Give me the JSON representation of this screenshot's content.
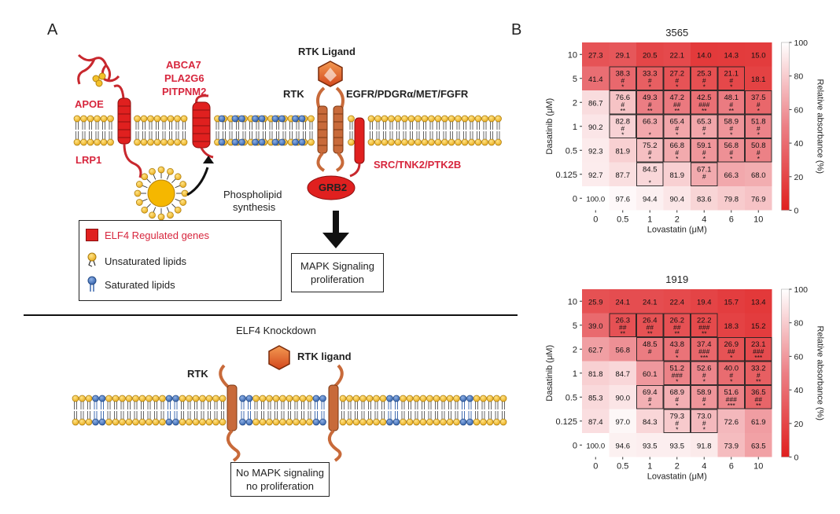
{
  "panels": {
    "A": "A",
    "B": "B"
  },
  "diagram": {
    "apoe": "APOE",
    "lrp1": "LRP1",
    "abca7": "ABCA7",
    "pla2g6": "PLA2G6",
    "pitpnm2": "PITPNM2",
    "rtk_ligand": "RTK Ligand",
    "rtk": "RTK",
    "receptors": "EGFR/PDGRα/MET/FGFR",
    "src": "SRC/TNK2/PTK2B",
    "grb2": "GRB2",
    "phospholipid_1": "Phospholipid",
    "phospholipid_2": "synthesis",
    "mapk_1": "MAPK Signaling",
    "mapk_2": "proliferation",
    "legend": {
      "elf4": "ELF4 Regulated genes",
      "unsat": "Unsaturated lipids",
      "sat": "Saturated lipids"
    },
    "knockdown_title": "ELF4 Knockdown",
    "kd_rtk": "RTK",
    "kd_ligand": "RTK ligand",
    "no_mapk_1": "No MAPK signaling",
    "no_mapk_2": "no proliferation"
  },
  "colors": {
    "red": "#e0201f",
    "orange": "#e8632a",
    "yellow_lipid": "#f3c12b",
    "blue_lipid": "#4a7cc0",
    "rtk_brown": "#c86a3a"
  },
  "chart_data": [
    {
      "type": "heatmap",
      "title": "3565",
      "xlabel": "Lovastatin (μM)",
      "ylabel": "Dasatinib (μM)",
      "x": [
        "0",
        "0.5",
        "1",
        "2",
        "4",
        "6",
        "10"
      ],
      "y": [
        "10",
        "5",
        "2",
        "1",
        "0.5",
        "0.125",
        "0"
      ],
      "values": [
        [
          27.3,
          29.1,
          20.5,
          22.1,
          14.0,
          14.3,
          15.0
        ],
        [
          41.4,
          38.3,
          33.3,
          27.2,
          25.3,
          21.1,
          18.1
        ],
        [
          86.7,
          76.6,
          49.3,
          47.2,
          42.5,
          48.1,
          37.5
        ],
        [
          90.2,
          82.8,
          66.3,
          65.4,
          65.3,
          58.9,
          51.8
        ],
        [
          92.3,
          81.9,
          75.2,
          66.8,
          59.1,
          56.8,
          50.8
        ],
        [
          92.7,
          87.7,
          84.5,
          81.9,
          67.1,
          66.3,
          68.0
        ],
        [
          100.0,
          97.6,
          94.4,
          90.4,
          83.6,
          79.8,
          76.9
        ]
      ],
      "marks": [
        [
          "",
          "",
          "",
          "",
          "",
          "",
          ""
        ],
        [
          "",
          "#\n*",
          "#\n*",
          "#\n*",
          "#\n*",
          "#\n*",
          ""
        ],
        [
          "",
          "#\n**",
          "#\n**",
          "##\n**",
          "###\n**",
          "#\n**",
          "#\n*"
        ],
        [
          "",
          "#\n*",
          "\n*",
          "#\n*",
          "#\n*",
          "#\n*",
          "#\n*"
        ],
        [
          "",
          "",
          "#\n*",
          "#\n*",
          "#\n*",
          "#\n*",
          "#\n*"
        ],
        [
          "",
          "",
          "\n*",
          "",
          "#\n",
          "",
          ""
        ],
        [
          "",
          "",
          "",
          "",
          "",
          "",
          ""
        ]
      ],
      "boxed": [
        [
          0,
          0,
          0,
          0,
          0,
          0,
          0
        ],
        [
          0,
          1,
          1,
          1,
          1,
          1,
          0
        ],
        [
          0,
          1,
          1,
          1,
          1,
          1,
          1
        ],
        [
          0,
          1,
          1,
          1,
          1,
          1,
          1
        ],
        [
          0,
          0,
          1,
          1,
          1,
          1,
          1
        ],
        [
          0,
          0,
          1,
          0,
          1,
          0,
          0
        ],
        [
          0,
          0,
          0,
          0,
          0,
          0,
          0
        ]
      ],
      "colorbar": {
        "label": "Relative absorbance (%)",
        "ticks": [
          0,
          20,
          40,
          60,
          80,
          100
        ],
        "range": [
          0,
          100
        ]
      }
    },
    {
      "type": "heatmap",
      "title": "1919",
      "xlabel": "Lovastatin (μM)",
      "ylabel": "Dasatinib (μM)",
      "x": [
        "0",
        "0.5",
        "1",
        "2",
        "4",
        "6",
        "10"
      ],
      "y": [
        "10",
        "5",
        "2",
        "1",
        "0.5",
        "0.125",
        "0"
      ],
      "values": [
        [
          25.9,
          24.1,
          24.1,
          22.4,
          19.4,
          15.7,
          13.4
        ],
        [
          39.0,
          26.3,
          26.4,
          26.2,
          22.2,
          18.3,
          15.2
        ],
        [
          62.7,
          56.8,
          48.5,
          43.8,
          37.4,
          26.9,
          23.1
        ],
        [
          81.8,
          84.7,
          60.1,
          51.2,
          52.6,
          40.0,
          33.2
        ],
        [
          85.3,
          90.0,
          69.4,
          68.9,
          58.9,
          51.6,
          36.5
        ],
        [
          87.4,
          97.0,
          84.3,
          79.3,
          73.0,
          72.6,
          61.9
        ],
        [
          100.0,
          94.6,
          93.5,
          93.5,
          91.8,
          73.9,
          63.5
        ]
      ],
      "marks": [
        [
          "",
          "",
          "",
          "",
          "",
          "",
          ""
        ],
        [
          "",
          "##\n**",
          "##\n**",
          "##\n**",
          "###\n**",
          "",
          ""
        ],
        [
          "",
          "",
          "#",
          "#\n*",
          "###\n***",
          "##\n*",
          "###\n***"
        ],
        [
          "",
          "",
          "",
          "###\n*",
          "#\n*",
          "#\n*",
          "#\n**"
        ],
        [
          "",
          "",
          "#\n*",
          "#\n*",
          "#\n*",
          "###\n***",
          "##\n**"
        ],
        [
          "",
          "",
          "",
          "#\n*",
          "#\n*",
          "",
          ""
        ],
        [
          "",
          "",
          "",
          "",
          "",
          "",
          ""
        ]
      ],
      "boxed": [
        [
          0,
          0,
          0,
          0,
          0,
          0,
          0
        ],
        [
          0,
          1,
          1,
          1,
          1,
          0,
          0
        ],
        [
          0,
          0,
          1,
          1,
          1,
          1,
          1
        ],
        [
          0,
          0,
          0,
          1,
          1,
          1,
          1
        ],
        [
          0,
          0,
          1,
          1,
          1,
          1,
          1
        ],
        [
          0,
          0,
          0,
          1,
          1,
          0,
          0
        ],
        [
          0,
          0,
          0,
          0,
          0,
          0,
          0
        ]
      ],
      "colorbar": {
        "label": "Relative absorbance (%)",
        "ticks": [
          0,
          20,
          40,
          60,
          80,
          100
        ],
        "range": [
          0,
          100
        ]
      }
    }
  ]
}
